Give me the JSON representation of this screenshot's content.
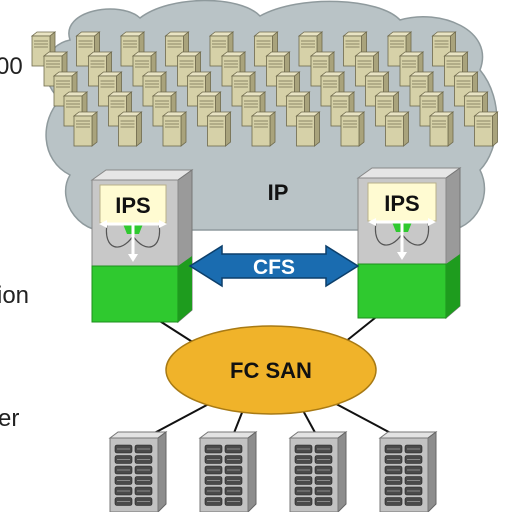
{
  "diagram": {
    "cloud_label": "IP",
    "switch_left_label": "IPS",
    "switch_right_label": "IPS",
    "fabric_link_label": "CFS",
    "san_label": "FC SAN"
  },
  "side_labels": {
    "top_fragment": "00",
    "middle_fragment": "ion",
    "bottom_fragment": "er"
  },
  "colors": {
    "cloud": "#b9c3c6",
    "switch_grey": "#c8c8c8",
    "switch_green": "#2fc92f",
    "ips_box": "#fffbd2",
    "cfs_arrow": "#1a6cb0",
    "san_ellipse": "#f0b32a",
    "server_body": "#d6d1a8",
    "storage_body": "#c2c2c2"
  },
  "icons": [
    "server-icon",
    "storage-array-icon",
    "double-arrow-icon",
    "fan-out-arrows-icon"
  ]
}
